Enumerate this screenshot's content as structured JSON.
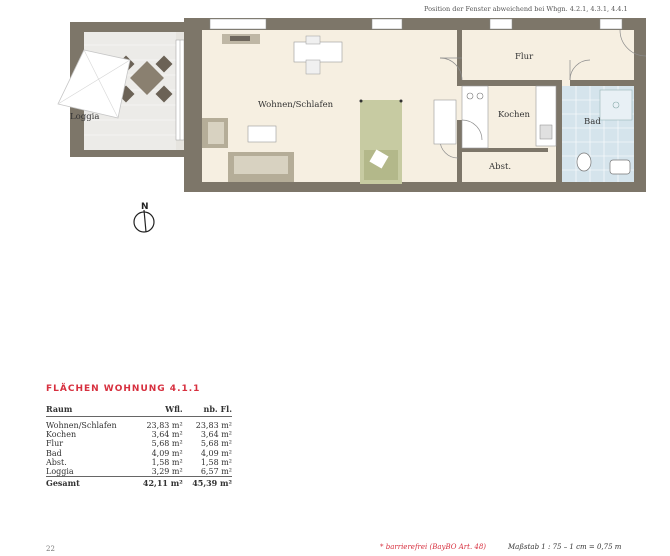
{
  "header": {
    "window_note": "Position der Fenster abweichend bei Whgn. 4.2.1, 4.3.1, 4.4.1"
  },
  "rooms": {
    "loggia": "Loggia",
    "wohnen": "Wohnen/Schlafen",
    "flur": "Flur",
    "kochen": "Kochen",
    "bad": "Bad",
    "abst": "Abst."
  },
  "compass": {
    "label": "N"
  },
  "areas": {
    "title": "FLÄCHEN WOHNUNG 4.1.1",
    "headers": {
      "room": "Raum",
      "wfl": "Wfl.",
      "nbfl": "nb. Fl."
    },
    "rows": [
      {
        "room": "Wohnen/Schlafen",
        "wfl": "23,83 m²",
        "nbfl": "23,83 m²"
      },
      {
        "room": "Kochen",
        "wfl": "3,64 m²",
        "nbfl": "3,64 m²"
      },
      {
        "room": "Flur",
        "wfl": "5,68 m²",
        "nbfl": "5,68 m²"
      },
      {
        "room": "Bad",
        "wfl": "4,09 m²",
        "nbfl": "4,09 m²"
      },
      {
        "room": "Abst.",
        "wfl": "1,58 m²",
        "nbfl": "1,58 m²"
      },
      {
        "room": "Loggia",
        "wfl": "3,29 m²",
        "nbfl": "6,57 m²"
      }
    ],
    "total": {
      "room": "Gesamt",
      "wfl": "42,11 m²",
      "nbfl": "45,39 m²"
    }
  },
  "footer": {
    "page": "22",
    "note": "* barrierefrei (BayBO Art. 48)",
    "scale": "Maßstab 1 : 75 – 1 cm = 0,75 m"
  },
  "colors": {
    "accent": "#d7303f",
    "wall": "#7d7669",
    "floor": "#f6efe1",
    "bath_tile": "#d5e4ec"
  }
}
